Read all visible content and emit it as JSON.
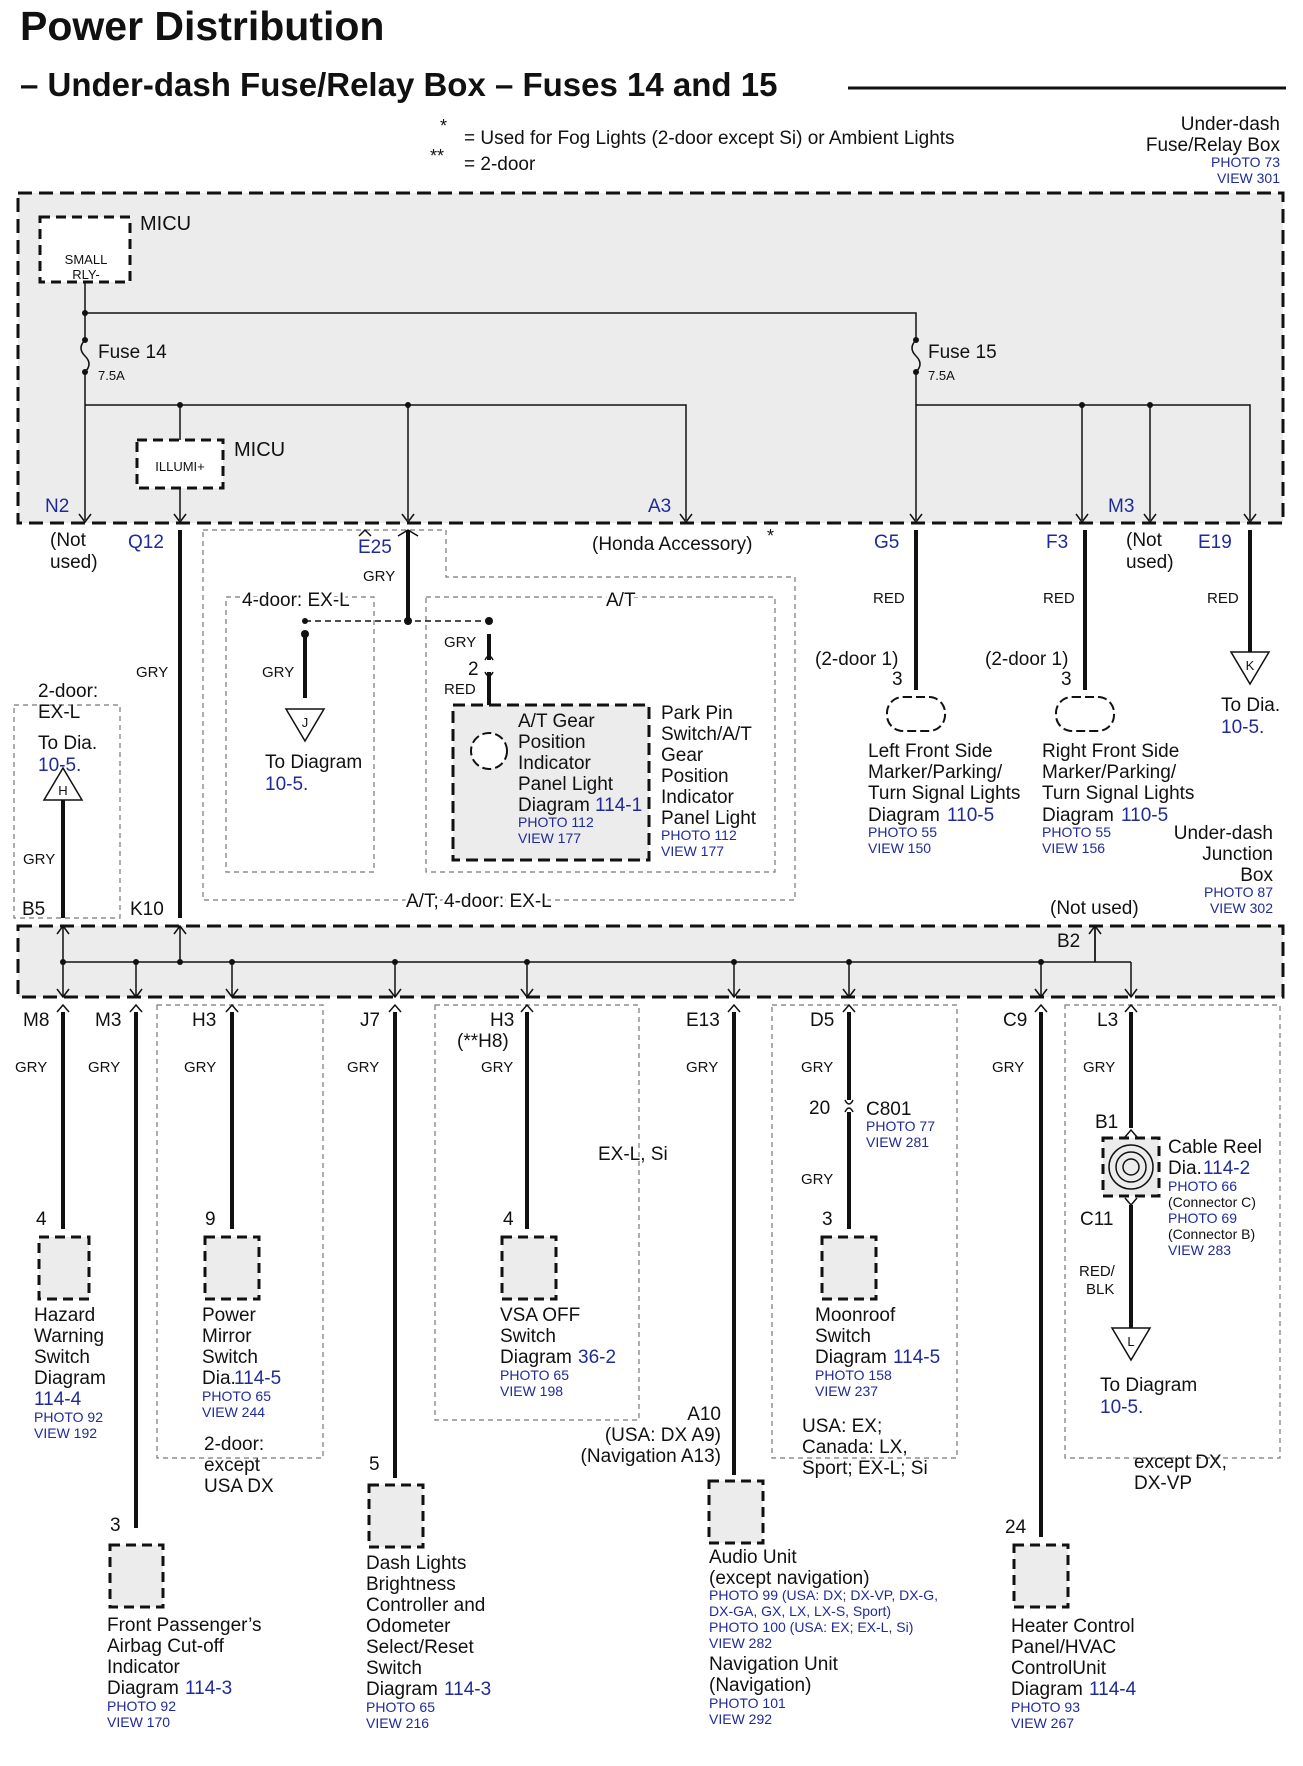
{
  "title": "Power Distribution",
  "subtitle": "– Under-dash Fuse/Relay Box – Fuses 14 and 15",
  "notes": [
    {
      "symbol": "*",
      "text": "= Used for Fog Lights (2-door except Si) or Ambient Lights"
    },
    {
      "symbol": "**",
      "text": "= 2-door"
    }
  ],
  "fuse_box": {
    "name_lines": [
      "Under-dash",
      "Fuse/Relay Box"
    ],
    "photo": "PHOTO 73",
    "view": "VIEW 301",
    "micu_label": "MICU",
    "small_rly": [
      "SMALL",
      "RLY-"
    ],
    "illumi": "ILLUMI+",
    "fuse14": {
      "name": "Fuse 14",
      "rating": "7.5A"
    },
    "fuse15": {
      "name": "Fuse 15",
      "rating": "7.5A"
    },
    "terminals": [
      "N2",
      "A3",
      "M3"
    ]
  },
  "junction_box": {
    "name_lines": [
      "Under-dash",
      "Junction",
      "Box"
    ],
    "photo": "PHOTO 87",
    "view": "VIEW 302",
    "b2": "B2",
    "b2_note": "(Not used)"
  },
  "labels": {
    "q12": "Q12",
    "e25": "E25",
    "g5": "G5",
    "f3": "F3",
    "e19": "E19",
    "b5": "B5",
    "k10": "K10",
    "not_used": [
      "(Not",
      "used)"
    ],
    "honda_accessory": "(Honda Accessory)",
    "star": "*",
    "gry": "GRY",
    "red": "RED",
    "red_blk": [
      "RED/",
      "BLK"
    ],
    "door4_exl": "4-door: EX-L",
    "at": "A/T",
    "at_4door": "A/T; 4-door: EX-L",
    "door2_exl": [
      "2-door:",
      "EX-L"
    ],
    "to_dia": "To Dia.",
    "to_diagram": "To Diagram",
    "dia_10_5": "10-5.",
    "pin2": "2",
    "door2_1": "(2-door 1)",
    "pin3": "3",
    "exl_si": "EX-L, Si",
    "door2_except_usadx": [
      "2-door:",
      "except",
      "USA DX"
    ],
    "except_dx": [
      "except DX,",
      "DX-VP"
    ],
    "usa_ex": [
      "USA: EX;",
      "Canada: LX,",
      "Sport; EX-L; Si"
    ]
  },
  "connectors": {
    "J": "J",
    "K": "K",
    "H": "H",
    "L": "L"
  },
  "at_gear": {
    "lines": [
      "A/T Gear",
      "Position",
      "Indicator",
      "Panel Light"
    ],
    "diagram": "Diagram",
    "diagram_ref": "114-1",
    "photo": "PHOTO 112",
    "view": "VIEW 177"
  },
  "park_pin": {
    "lines": [
      "Park Pin",
      "Switch/A/T",
      "Gear",
      "Position",
      "Indicator",
      "Panel Light"
    ],
    "photo": "PHOTO 112",
    "view": "VIEW 177"
  },
  "left_marker": {
    "lines": [
      "Left Front Side",
      "Marker/Parking/",
      "Turn Signal Lights"
    ],
    "diagram": "Diagram",
    "diagram_ref": "110-5",
    "photo": "PHOTO 55",
    "view": "VIEW 150"
  },
  "right_marker": {
    "lines": [
      "Right Front Side",
      "Marker/Parking/",
      "Turn Signal Lights"
    ],
    "diagram": "Diagram",
    "diagram_ref": "110-5",
    "photo": "PHOTO 55",
    "view": "VIEW 156"
  },
  "bottom_terminals": [
    "M8",
    "M3",
    "H3",
    "J7",
    "H3",
    "(**H8)",
    "E13",
    "D5",
    "C9",
    "L3"
  ],
  "pins": {
    "hazard": "4",
    "mirror": "9",
    "vsa": "4",
    "moonroof": "3",
    "airbag": "3",
    "dash": "5",
    "heater": "24",
    "c801_pin": "20"
  },
  "c801": {
    "name": "C801",
    "photo": "PHOTO 77",
    "view": "VIEW 281"
  },
  "hazard": {
    "lines": [
      "Hazard",
      "Warning",
      "Switch",
      "Diagram"
    ],
    "diagram_ref": "114-4",
    "photo": "PHOTO 92",
    "view": "VIEW 192"
  },
  "mirror": {
    "lines": [
      "Power",
      "Mirror",
      "Switch"
    ],
    "dia": "Dia.",
    "diagram_ref": "114-5",
    "photo": "PHOTO 65",
    "view": "VIEW 244"
  },
  "vsa": {
    "lines": [
      "VSA OFF",
      "Switch"
    ],
    "diagram": "Diagram",
    "diagram_ref": "36-2",
    "photo": "PHOTO 65",
    "view": "VIEW 198"
  },
  "moonroof": {
    "lines": [
      "Moonroof",
      "Switch"
    ],
    "diagram": "Diagram",
    "diagram_ref": "114-5",
    "photo": "PHOTO 158",
    "view": "VIEW 237"
  },
  "cable_reel": {
    "b1": "B1",
    "c11": "C11",
    "name": "Cable Reel",
    "dia": "Dia.",
    "diagram_ref": "114-2",
    "photo1": "PHOTO 66",
    "conn1": "(Connector C)",
    "photo2": "PHOTO 69",
    "conn2": "(Connector B)",
    "view": "VIEW 283"
  },
  "airbag": {
    "lines": [
      "Front Passenger’s",
      "Airbag Cut-off",
      "Indicator"
    ],
    "diagram": "Diagram",
    "diagram_ref": "114-3",
    "photo": "PHOTO 92",
    "view": "VIEW 170"
  },
  "dash": {
    "lines": [
      "Dash Lights",
      "Brightness",
      "Controller and",
      "Odometer",
      "Select/Reset",
      "Switch"
    ],
    "diagram": "Diagram",
    "diagram_ref": "114-3",
    "photo": "PHOTO 65",
    "view": "VIEW 216"
  },
  "audio": {
    "a10": [
      "A10",
      "(USA: DX A9)",
      "(Navigation A13)"
    ],
    "lines": [
      "Audio Unit",
      "(except navigation)"
    ],
    "photo99": "PHOTO 99 (USA: DX; DX-VP, DX-G,",
    "photo99b": "DX-GA, GX, LX, LX-S, Sport)",
    "photo100": "PHOTO 100 (USA: EX; EX-L, Si)",
    "view282": "VIEW 282",
    "nav": [
      "Navigation Unit",
      "(Navigation)"
    ],
    "photo101": "PHOTO 101",
    "view292": "VIEW 292"
  },
  "heater": {
    "lines": [
      "Heater Control",
      "Panel/HVAC",
      "ControlUnit"
    ],
    "diagram": "Diagram",
    "diagram_ref": "114-4",
    "photo": "PHOTO 93",
    "view": "VIEW 267"
  }
}
